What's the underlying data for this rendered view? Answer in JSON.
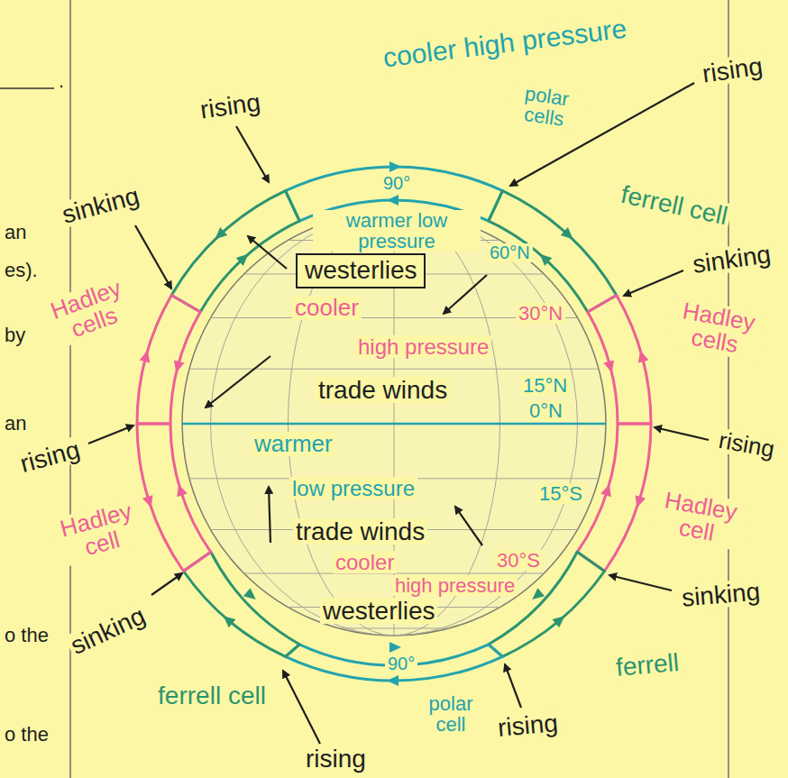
{
  "diagram": {
    "nodes": [
      {
        "text": [
          "westerlies"
        ]
      }
    ],
    "labels": [
      ".",
      "cooler high pressure",
      "rising",
      "rising",
      "90°",
      "polar cells",
      "an",
      "sinking",
      "warmer low pressure",
      "60°N",
      "ferrell cell",
      "sinking",
      "es).",
      "Hadley cells",
      "cooler",
      "30°N",
      "Hadley cells",
      "by",
      "high pressure",
      "trade winds",
      "15°N",
      "an",
      "rising",
      "0°N",
      "rising",
      "warmer",
      "low pressure",
      "15°S",
      "Hadley cell",
      "Hadley cell",
      "trade winds",
      "cooler",
      "30°S",
      "high pressure",
      "westerlies",
      "90°",
      "sinking",
      "sinking",
      "o the",
      "ferrell cell",
      "ferrell",
      "polar cell",
      "rising",
      "o the",
      "rising"
    ]
  }
}
